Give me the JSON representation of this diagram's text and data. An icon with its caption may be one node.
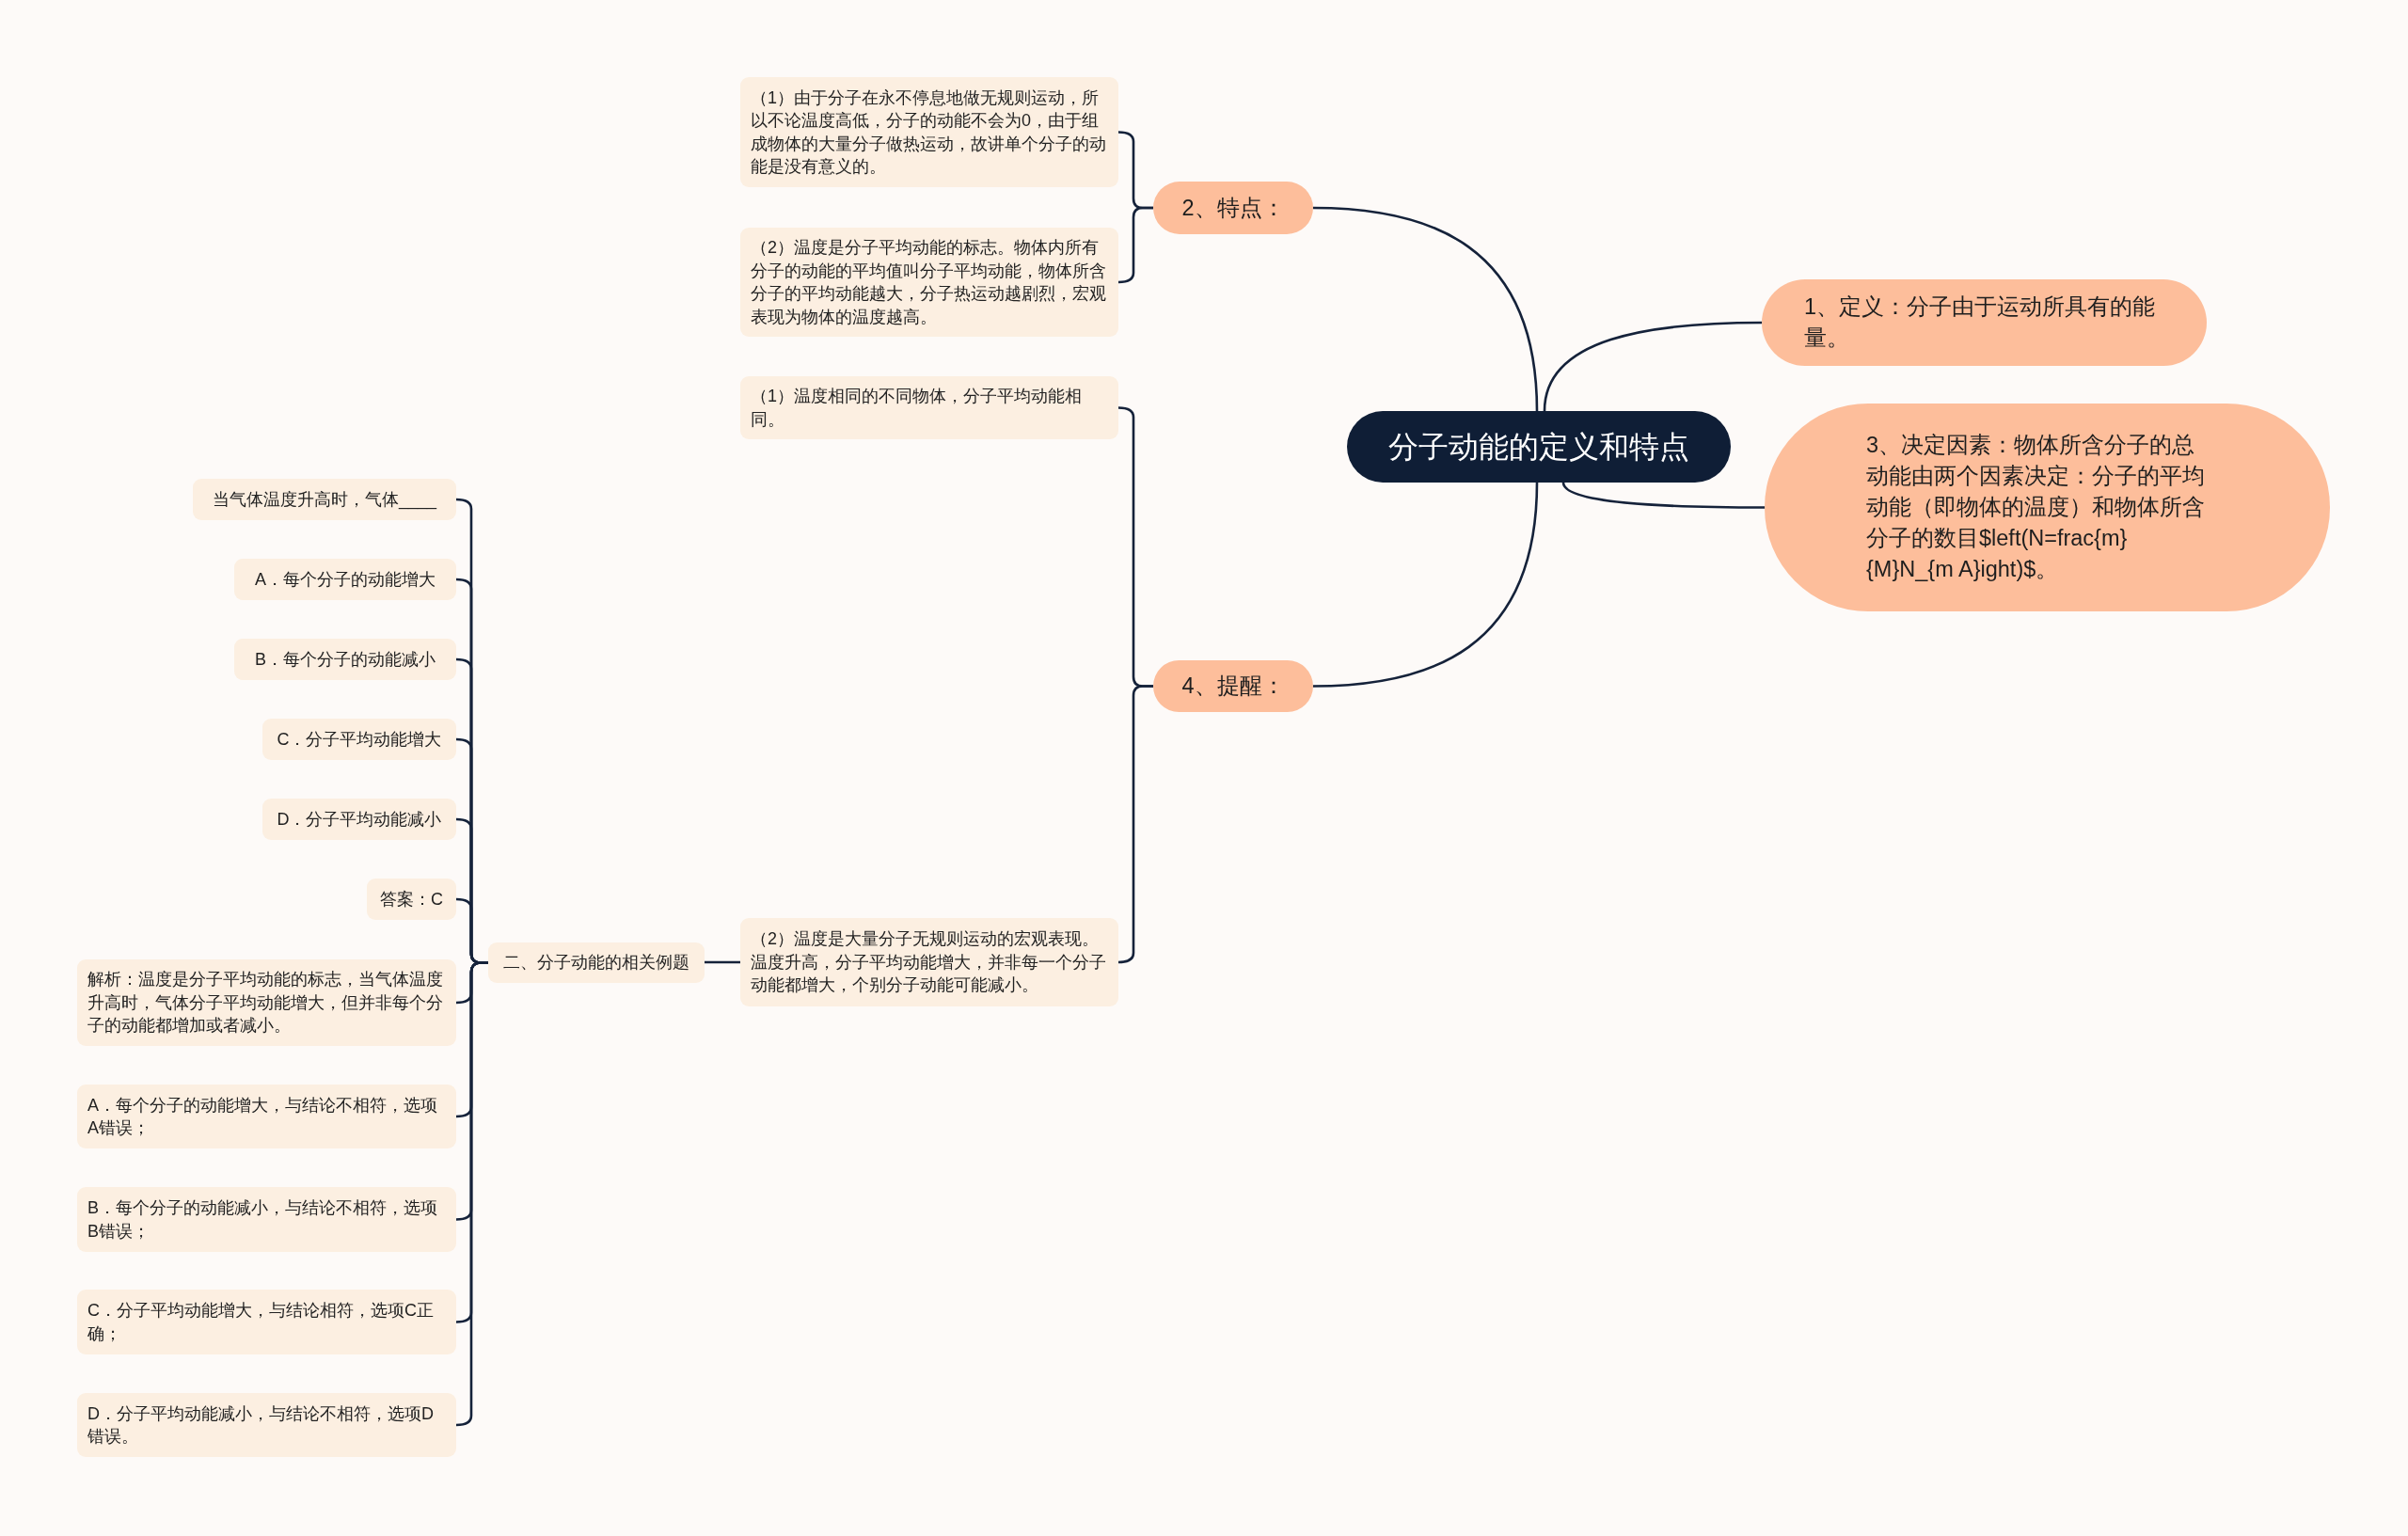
{
  "diagram": {
    "nodes": [
      {
        "text": [
          "分子动能的定义和特点"
        ]
      },
      {
        "text": [
          "2、特点："
        ]
      },
      {
        "text": [
          "（1）由于分子在永不停息地做无规则运动，所以不论温度高低，分子的动能不会为0，由于组成物体的大量分子做热运动，故讲单个分子的动能是没有意义的。"
        ]
      },
      {
        "text": [
          "（2）温度是分子平均动能的标志。物体内所有分子的动能的平均值叫分子平均动能，物体所含分子的平均动能越大，分子热运动越剧烈，宏观表现为物体的温度越高。"
        ]
      },
      {
        "text": [
          "1、定义：分子由于运动所具有的能量。"
        ]
      },
      {
        "text": [
          "3、决定因素：物体所含分子的总动能由两个因素决定：分子的平均动能（即物体的温度）和物体所含分子的数目$left(N=frac{m}{M}N_{m A}ight)$。"
        ]
      },
      {
        "text": [
          "4、提醒："
        ]
      },
      {
        "text": [
          "（1）温度相同的不同物体，分子平均动能相同。"
        ]
      },
      {
        "text": [
          "（2）温度是大量分子无规则运动的宏观表现。温度升高，分子平均动能增大，并非每一个分子动能都增大，个别分子动能可能减小。"
        ]
      },
      {
        "text": [
          "二、分子动能的相关例题"
        ]
      },
      {
        "text": [
          "当气体温度升高时，气体____"
        ]
      },
      {
        "text": [
          "A．每个分子的动能增大"
        ]
      },
      {
        "text": [
          "B．每个分子的动能减小"
        ]
      },
      {
        "text": [
          "C．分子平均动能增大"
        ]
      },
      {
        "text": [
          "D．分子平均动能减小"
        ]
      },
      {
        "text": [
          "答案：C"
        ]
      },
      {
        "text": [
          "解析：温度是分子平均动能的标志，当气体温度升高时，气体分子平均动能增大，但并非每个分子的动能都增加或者减小。"
        ]
      },
      {
        "text": [
          "A．每个分子的动能增大，与结论不相符，选项A错误；"
        ]
      },
      {
        "text": [
          "B．每个分子的动能减小，与结论不相符，选项B错误；"
        ]
      },
      {
        "text": [
          "C．分子平均动能增大，与结论相符，选项C正确；"
        ]
      },
      {
        "text": [
          "D．分子平均动能减小，与结论不相符，选项D错误。"
        ]
      }
    ],
    "edges": [
      {
        "from": 0,
        "to": 1,
        "arrow": "none"
      },
      {
        "from": 1,
        "to": 2,
        "arrow": "none"
      },
      {
        "from": 1,
        "to": 3,
        "arrow": "none"
      },
      {
        "from": 0,
        "to": 4,
        "arrow": "none"
      },
      {
        "from": 0,
        "to": 5,
        "arrow": "none"
      },
      {
        "from": 0,
        "to": 6,
        "arrow": "none"
      },
      {
        "from": 6,
        "to": 7,
        "arrow": "none"
      },
      {
        "from": 6,
        "to": 8,
        "arrow": "none"
      },
      {
        "from": 8,
        "to": 9,
        "arrow": "none"
      },
      {
        "from": 9,
        "to": 10,
        "arrow": "none"
      },
      {
        "from": 9,
        "to": 11,
        "arrow": "none"
      },
      {
        "from": 9,
        "to": 12,
        "arrow": "none"
      },
      {
        "from": 9,
        "to": 13,
        "arrow": "none"
      },
      {
        "from": 9,
        "to": 14,
        "arrow": "none"
      },
      {
        "from": 9,
        "to": 15,
        "arrow": "none"
      },
      {
        "from": 9,
        "to": 16,
        "arrow": "none"
      },
      {
        "from": 9,
        "to": 17,
        "arrow": "none"
      },
      {
        "from": 9,
        "to": 18,
        "arrow": "none"
      },
      {
        "from": 9,
        "to": 19,
        "arrow": "none"
      },
      {
        "from": 9,
        "to": 20,
        "arrow": "none"
      }
    ]
  }
}
